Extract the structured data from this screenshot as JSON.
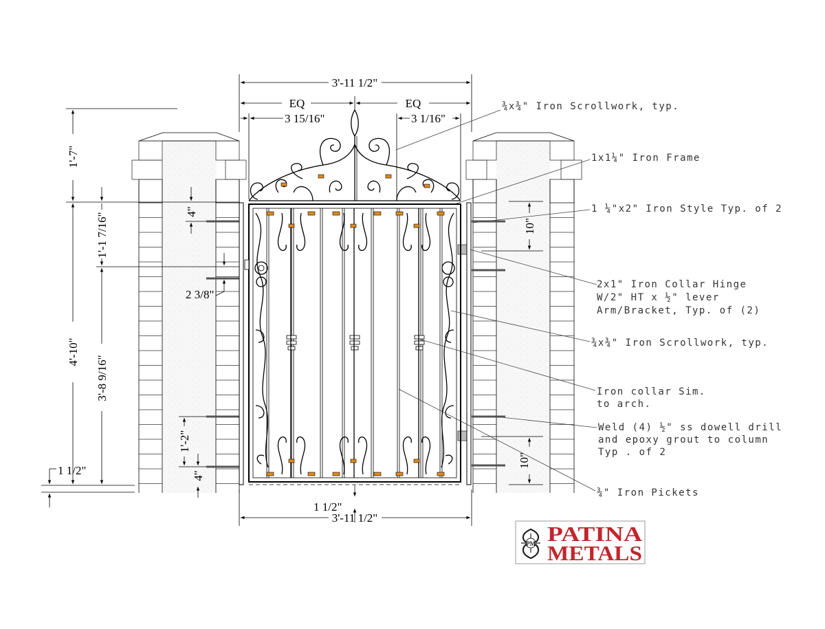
{
  "dimensions": {
    "overall_width_top": "3'-11 1/2\"",
    "eq_left": "EQ",
    "eq_right": "EQ",
    "left_offset": "3 15/16\"",
    "right_offset": "3 1/16\"",
    "arch_height": "1'-7\"",
    "total_height": "4'-10\"",
    "upper_section": "1'-1 7/16\"",
    "lower_section": "3'-8 9/16\"",
    "dowel_top_offset": "4\"",
    "latch_offset": "2 3/8\"",
    "dowel_lower": "1'-2\"",
    "dowel_bottom_offset": "4\"",
    "ground_clearance_left": "1 1/2\"",
    "hinge_top_offset": "10\"",
    "hinge_bottom_offset": "10\"",
    "bottom_clearance": "1 1/2\"",
    "overall_width_bottom": "3'-11 1/2\""
  },
  "notes": {
    "scrollwork_top": "¾x¾\" Iron Scrollwork, typ.",
    "frame": "1x1¼\" Iron Frame",
    "style": "1 ¼\"x2\" Iron Style Typ. of 2",
    "hinge_line1": "2x1\" Iron Collar Hinge",
    "hinge_line2": "W/2\" HT x ½\" lever",
    "hinge_line3": "Arm/Bracket, Typ. of (2)",
    "scrollwork_side": "¾x¾\" Iron Scrollwork, typ.",
    "collar_line1": "Iron collar Sim.",
    "collar_line2": "to arch.",
    "weld_line1": "Weld (4) ½\" ss dowell drill",
    "weld_line2": "and epoxy grout to column",
    "weld_line3": "Typ . of 2",
    "pickets": "¾\" Iron Pickets"
  },
  "logo": {
    "line1": "PATINA",
    "line2": "METALS",
    "monogram": "PM",
    "color": "#c0272d"
  }
}
